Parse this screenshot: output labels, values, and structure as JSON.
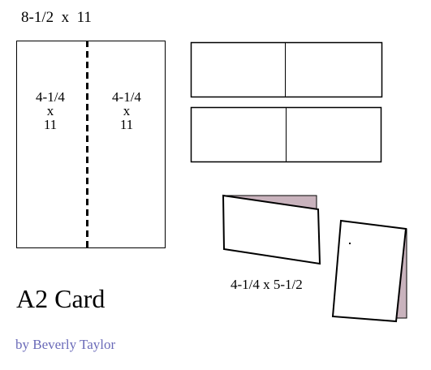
{
  "diagram": {
    "sheet_size_label": "8-1/2  x  11",
    "halves": [
      {
        "width": "4-1/4",
        "x": "x",
        "height": "11"
      },
      {
        "width": "4-1/4",
        "x": "x",
        "height": "11"
      }
    ],
    "card_size_label": "4-1/4 x 5-1/2",
    "title": "A2 Card",
    "author": "by Beverly Taylor",
    "colors": {
      "lines": "#000000",
      "card_inside": "#c9b3bd",
      "author_text": "#6a6ab8"
    }
  }
}
